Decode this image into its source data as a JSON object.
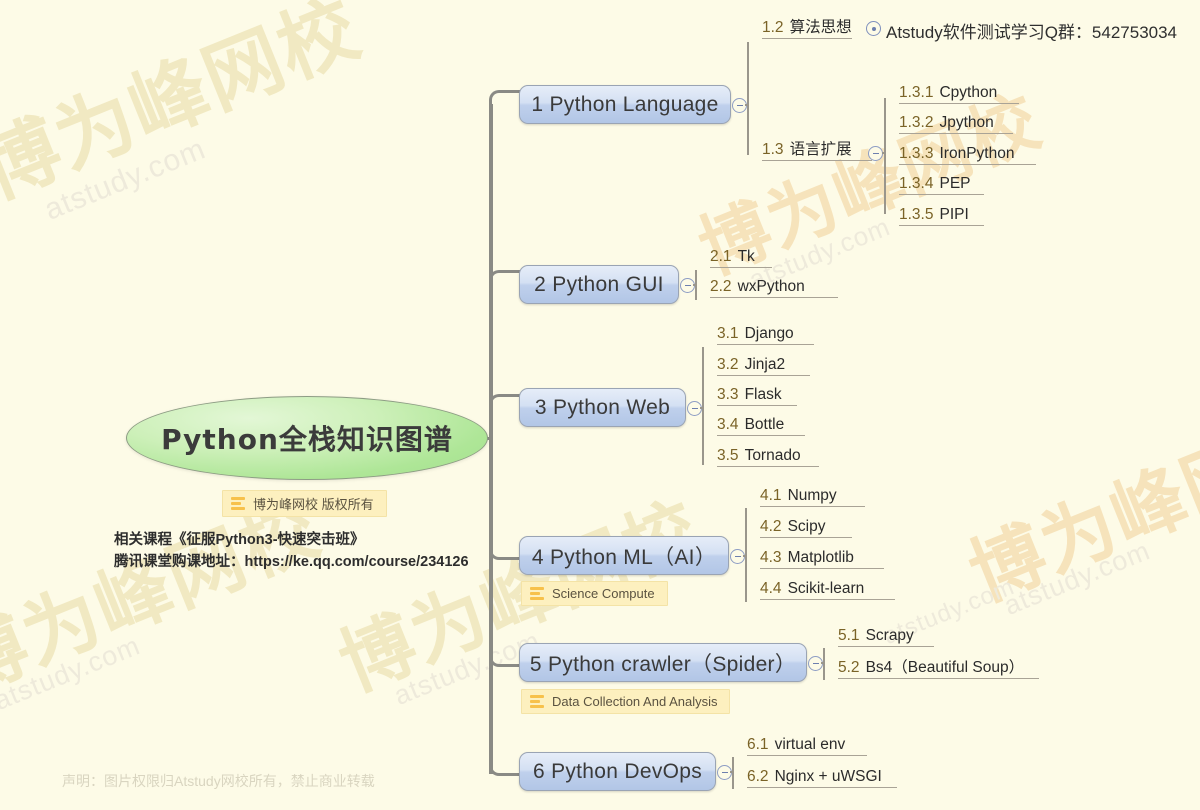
{
  "page": {
    "background_color": "#fdfbe7",
    "footer_note": "声明：图片权限归Atstudy网校所有，禁止商业转载"
  },
  "header": {
    "qq_text": "Atstudy软件测试学习Q群：542753034",
    "qq_toggle_icon": "expand-circle-icon"
  },
  "central": {
    "title": "Python全栈知识图谱",
    "accent_color": "#aee697"
  },
  "copyright_note": {
    "icon": "note-lines-icon",
    "text": "博为峰网校 版权所有"
  },
  "course_info": {
    "line1": "相关课程《征服Python3-快速突击班》",
    "line2": "腾讯课堂购课地址：https://ke.qq.com/course/234126"
  },
  "watermark": {
    "cn": "博为峰网校",
    "domain": "atstudy.com"
  },
  "branches": [
    {
      "label": "1 Python Language",
      "toggle": "collapse-circle-icon",
      "children": [
        {
          "num": "1.2",
          "label": "算法思想"
        },
        {
          "num": "1.3",
          "label": "语言扩展",
          "toggle": "collapse-circle-icon",
          "children": [
            {
              "num": "1.3.1",
              "label": "Cpython"
            },
            {
              "num": "1.3.2",
              "label": "Jpython"
            },
            {
              "num": "1.3.3",
              "label": "IronPython"
            },
            {
              "num": "1.3.4",
              "label": "PEP"
            },
            {
              "num": "1.3.5",
              "label": "PIPI"
            }
          ]
        }
      ]
    },
    {
      "label": "2 Python GUI",
      "toggle": "collapse-circle-icon",
      "children": [
        {
          "num": "2.1",
          "label": "Tk"
        },
        {
          "num": "2.2",
          "label": "wxPython"
        }
      ]
    },
    {
      "label": "3 Python Web",
      "toggle": "collapse-circle-icon",
      "children": [
        {
          "num": "3.1",
          "label": "Django"
        },
        {
          "num": "3.2",
          "label": "Jinja2"
        },
        {
          "num": "3.3",
          "label": "Flask"
        },
        {
          "num": "3.4",
          "label": "Bottle"
        },
        {
          "num": "3.5",
          "label": "Tornado"
        }
      ]
    },
    {
      "label": "4 Python ML（AI）",
      "toggle": "collapse-circle-icon",
      "note": "Science Compute",
      "children": [
        {
          "num": "4.1",
          "label": "Numpy"
        },
        {
          "num": "4.2",
          "label": "Scipy"
        },
        {
          "num": "4.3",
          "label": "Matplotlib"
        },
        {
          "num": "4.4",
          "label": "Scikit-learn"
        }
      ]
    },
    {
      "label": "5 Python crawler（Spider）",
      "toggle": "collapse-circle-icon",
      "note": "Data Collection And Analysis",
      "children": [
        {
          "num": "5.1",
          "label": "Scrapy"
        },
        {
          "num": "5.2",
          "label": "Bs4（Beautiful Soup）"
        }
      ]
    },
    {
      "label": "6 Python DevOps",
      "toggle": "collapse-circle-icon",
      "children": [
        {
          "num": "6.1",
          "label": "virtual env"
        },
        {
          "num": "6.2",
          "label": "Nginx + uWSGI"
        }
      ]
    }
  ]
}
